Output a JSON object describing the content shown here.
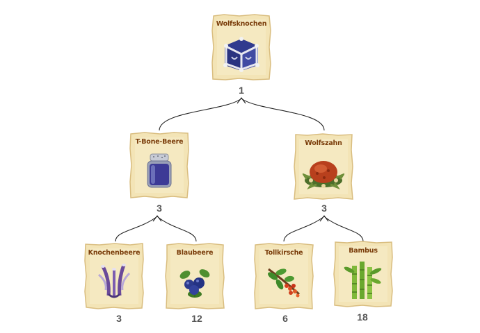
{
  "tree": {
    "root": {
      "name": "Wolfsknochen",
      "count": "1",
      "icon": "bone-chest-icon"
    },
    "left": {
      "name": "T-Bone-Beere",
      "count": "3",
      "icon": "jam-jar-icon"
    },
    "right": {
      "name": "Wolfszahn",
      "count": "3",
      "icon": "meat-dish-icon"
    },
    "leaves": [
      {
        "name": "Knochenbeere",
        "count": "3",
        "icon": "bone-berry-plant-icon"
      },
      {
        "name": "Blaubeere",
        "count": "12",
        "icon": "blueberry-icon"
      },
      {
        "name": "Tollkirsche",
        "count": "6",
        "icon": "belladonna-branch-icon"
      },
      {
        "name": "Bambus",
        "count": "18",
        "icon": "bamboo-icon"
      }
    ]
  },
  "colors": {
    "parchment": "#f3e4b6",
    "parchment_edge": "#d9bd7f",
    "title": "#7a3d0b",
    "count": "#555555",
    "connector": "#222222"
  }
}
